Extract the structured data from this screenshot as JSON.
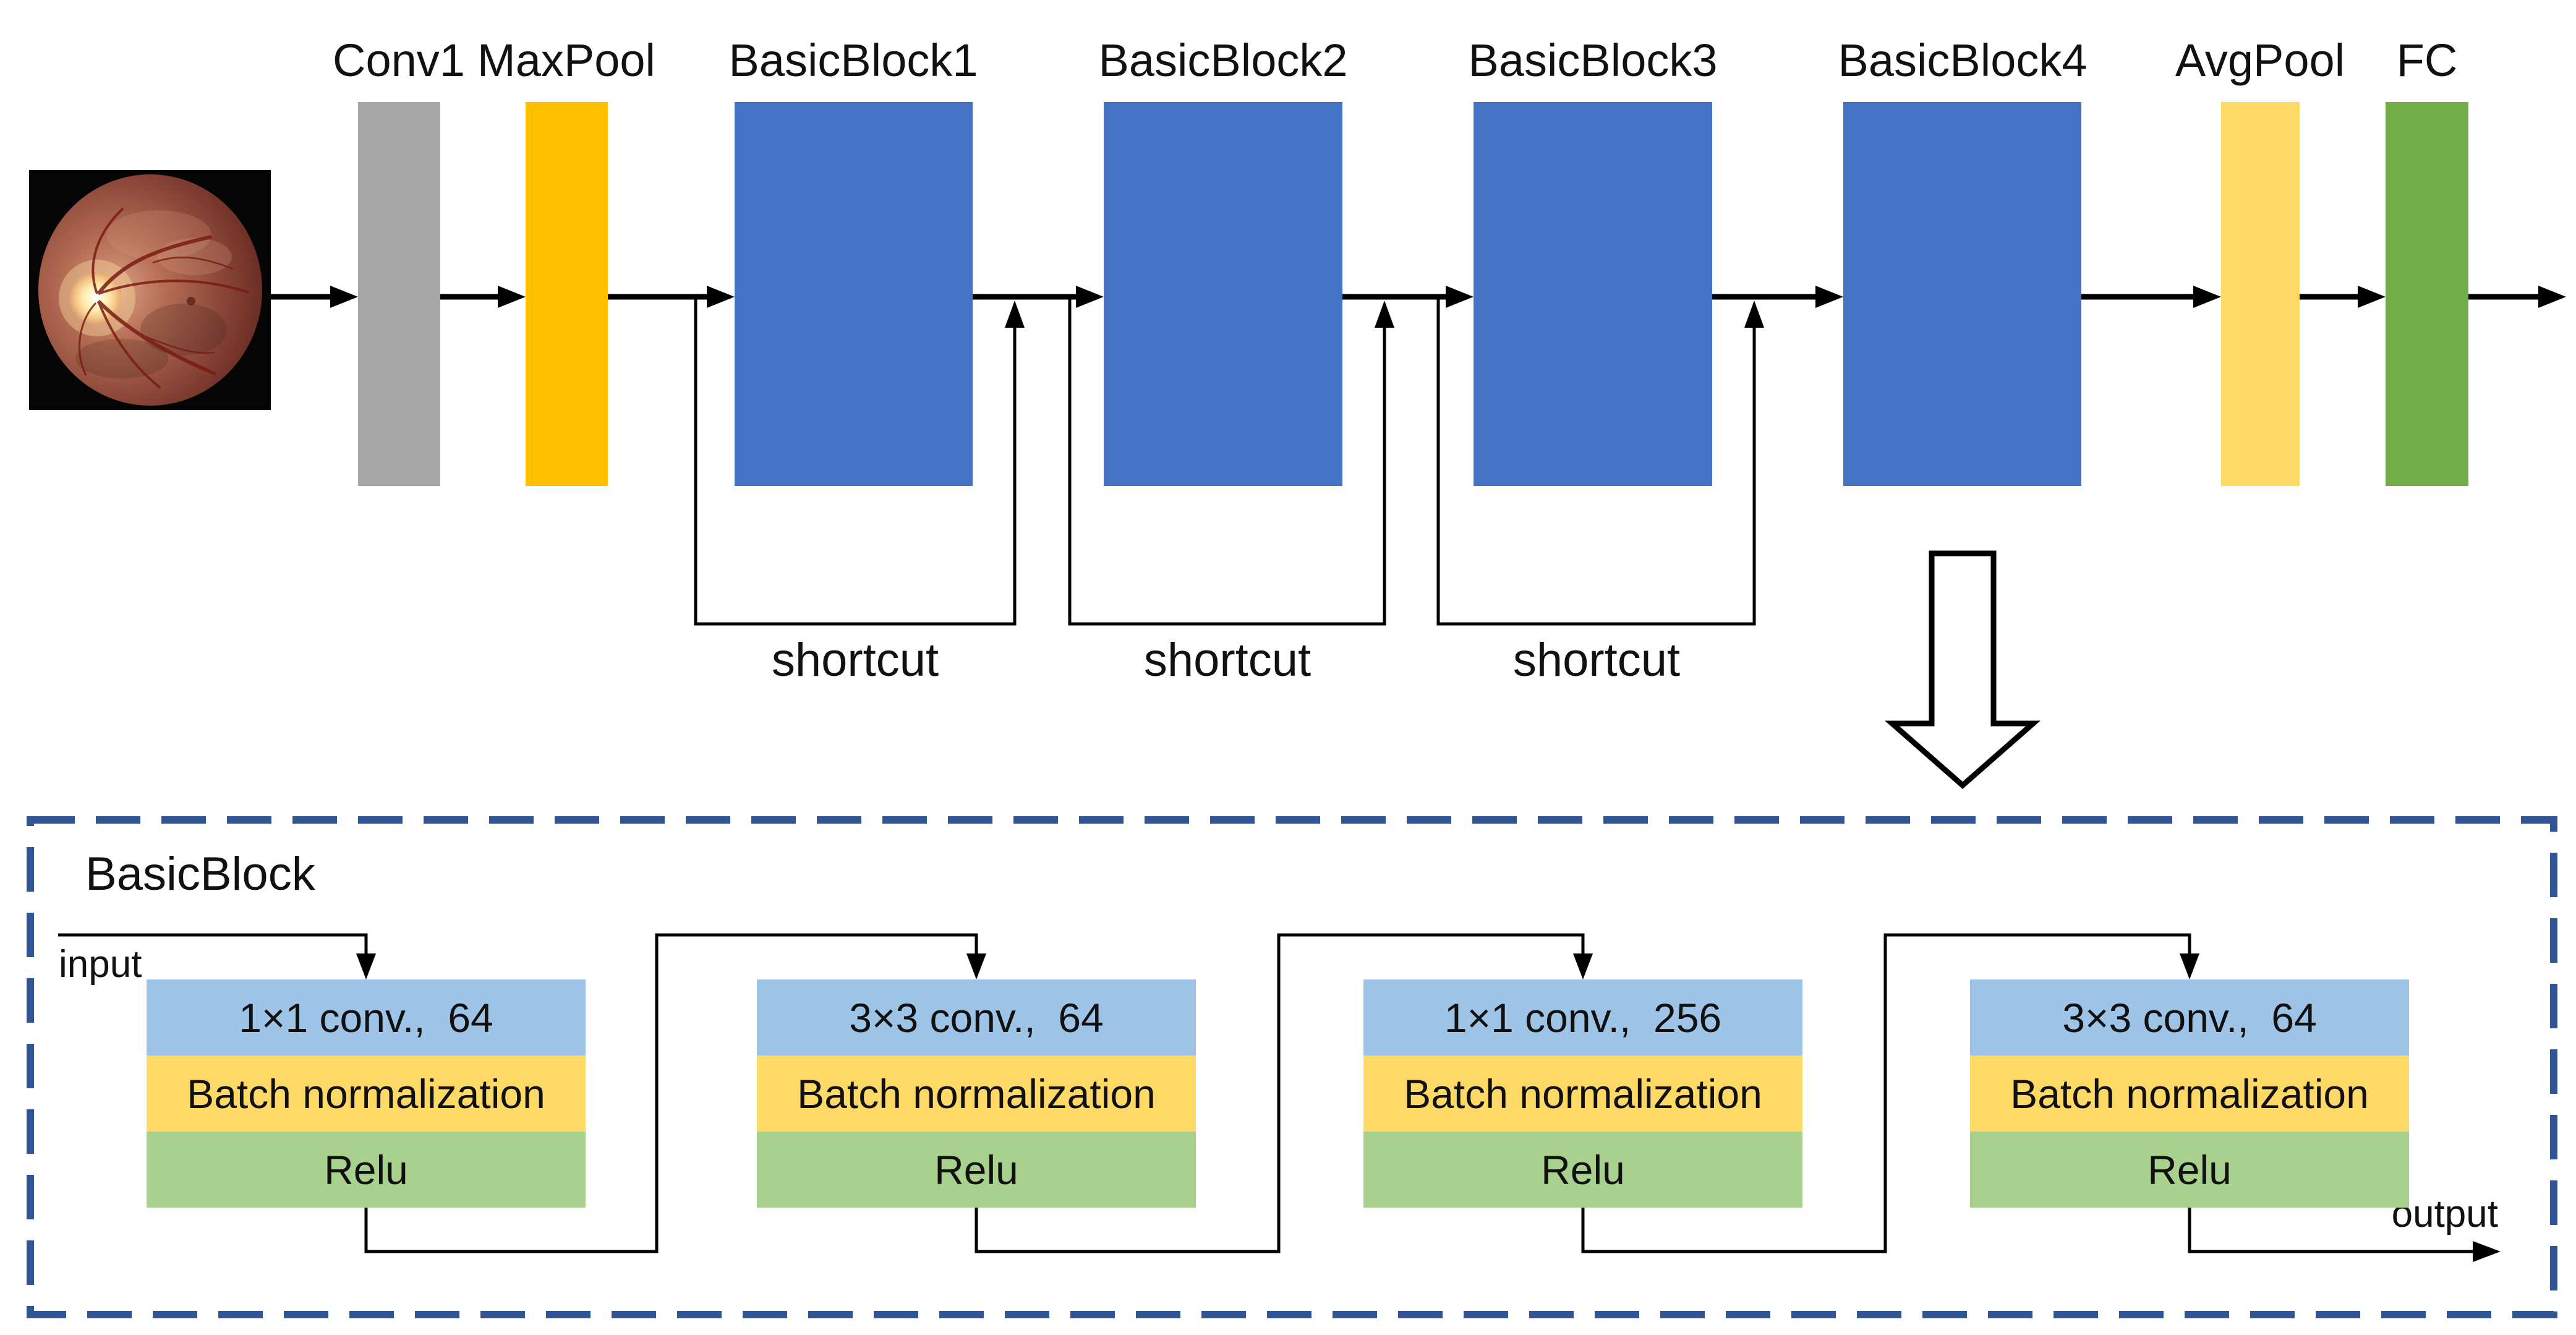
{
  "diagram": {
    "top_row": {
      "input_image_alt": "retinal fundus photograph",
      "layers": [
        {
          "label": "Conv1"
        },
        {
          "label": "MaxPool"
        },
        {
          "label": "BasicBlock1"
        },
        {
          "label": "BasicBlock2"
        },
        {
          "label": "BasicBlock3"
        },
        {
          "label": "BasicBlock4"
        },
        {
          "label": "AvgPool"
        },
        {
          "label": "FC"
        }
      ],
      "shortcuts": [
        "shortcut",
        "shortcut",
        "shortcut"
      ]
    },
    "detail": {
      "title": "BasicBlock",
      "input_label": "input",
      "output_label": "output",
      "sub_blocks": [
        {
          "conv": "1×1 conv.,  64",
          "bn": "Batch normalization",
          "relu": "Relu"
        },
        {
          "conv": "3×3 conv.,  64",
          "bn": "Batch normalization",
          "relu": "Relu"
        },
        {
          "conv": "1×1 conv.,  256",
          "bn": "Batch normalization",
          "relu": "Relu"
        },
        {
          "conv": "3×3 conv.,  64",
          "bn": "Batch normalization",
          "relu": "Relu"
        }
      ]
    },
    "colors": {
      "conv1_bar": "#A6A6A6",
      "maxpool_bar": "#FFC000",
      "basicblock_bar": "#4472C4",
      "avgpool_bar": "#FFD966",
      "fc_bar": "#70AD47",
      "detail_conv_row": "#9DC3E6",
      "detail_bn_row": "#FFD966",
      "detail_relu_row": "#A9D18E",
      "panel_border": "#2F5597",
      "connector_line": "#000000"
    }
  }
}
